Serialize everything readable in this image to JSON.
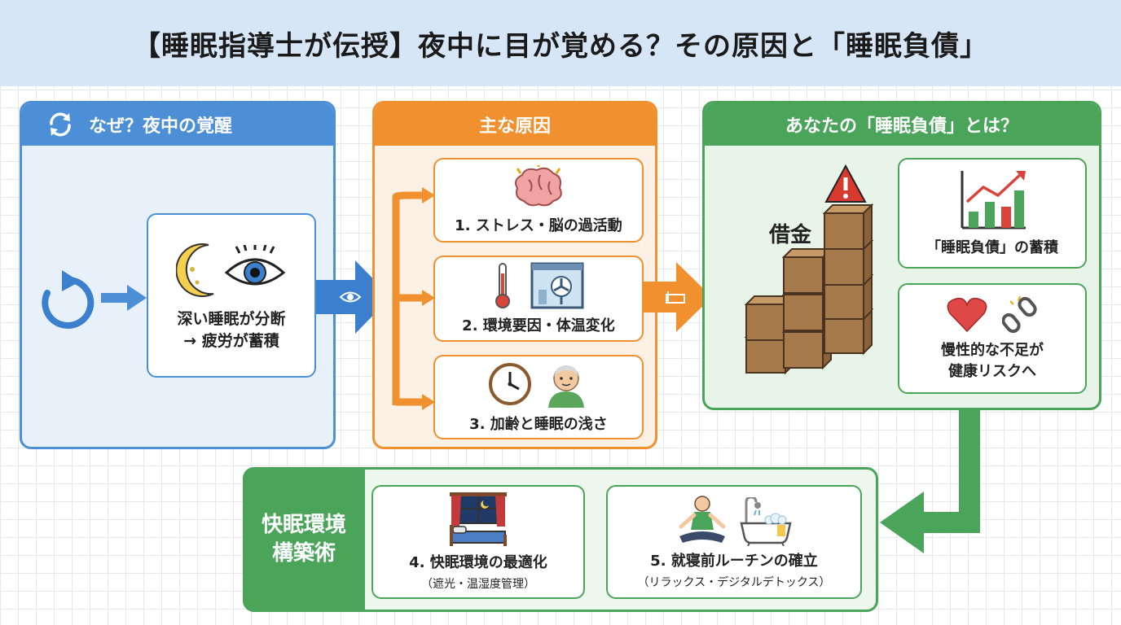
{
  "header": {
    "title": "【睡眠指導士が伝授】夜中に目が覚める？その原因と「睡眠負債」"
  },
  "panel_why": {
    "title": "なぜ？夜中の覚醒",
    "card_line1": "深い睡眠が分断",
    "card_line2": "→ 疲労が蓄積"
  },
  "panel_causes": {
    "title": "主な原因",
    "items": [
      {
        "label": "1. ストレス・脳の過活動"
      },
      {
        "label": "2. 環境要因・体温変化"
      },
      {
        "label": "3. 加齢と睡眠の浅さ"
      }
    ]
  },
  "panel_debt": {
    "title": "あなたの「睡眠負債」とは？",
    "debt_label": "借金",
    "card1": "「睡眠負債」の蓄積",
    "card2_line1": "慢性的な不足が",
    "card2_line2": "健康リスクへ"
  },
  "panel_solution": {
    "label_line1": "快眠環境",
    "label_line2": "構築術",
    "cards": [
      {
        "title": "4. 快眠環境の最適化",
        "sub": "（遮光・温湿度管理）"
      },
      {
        "title": "5. 就寝前ルーチンの確立",
        "sub": "（リラックス・デジタルデトックス）"
      }
    ]
  },
  "colors": {
    "blue": "#4d8fd6",
    "orange": "#f0902e",
    "green": "#4aa55a",
    "header_bg": "#d6e6f6"
  },
  "icons": [
    "refresh-icon",
    "cycle-icon",
    "moon-icon",
    "eye-icon",
    "brain-icon",
    "thermometer-icon",
    "window-fan-icon",
    "clock-icon",
    "elderly-person-icon",
    "bed-icon",
    "warning-icon",
    "boxes-icon",
    "growth-chart-icon",
    "heart-icon",
    "broken-chain-icon",
    "bedroom-icon",
    "meditation-icon",
    "bathtub-icon"
  ]
}
